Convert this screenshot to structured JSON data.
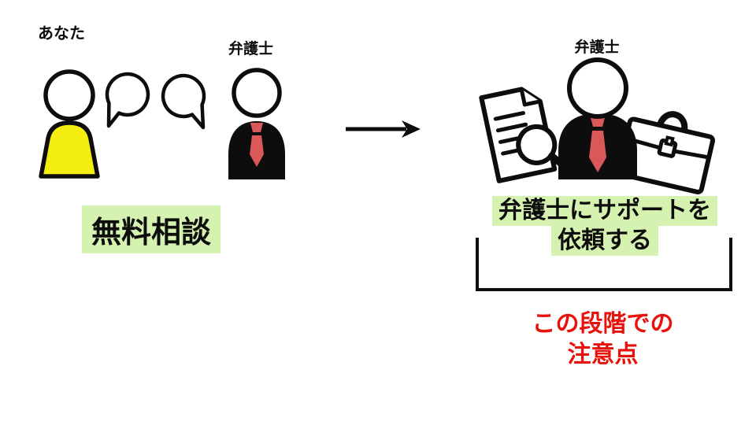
{
  "colors": {
    "highlight_green": "#d6f2b0",
    "person_yellow": "#f3ee10",
    "tie_red": "#db5858",
    "note_red": "#e8120d",
    "ink": "#0d0d0d"
  },
  "left_scene": {
    "you_label": "あなた",
    "lawyer_label": "弁護士",
    "caption": "無料相談"
  },
  "right_scene": {
    "lawyer_label": "弁護士",
    "caption_line1": "弁護士にサポートを",
    "caption_line2": "依頼する",
    "note_line1": "この段階での",
    "note_line2": "注意点"
  },
  "icons": [
    {
      "name": "person-you-icon",
      "meaning": "client figure with yellow body"
    },
    {
      "name": "speech-bubble-left-icon",
      "meaning": "conversation bubble"
    },
    {
      "name": "speech-bubble-right-icon",
      "meaning": "conversation bubble"
    },
    {
      "name": "lawyer-icon",
      "meaning": "lawyer figure in black suit with red tie"
    },
    {
      "name": "arrow-right-icon",
      "meaning": "process flow arrow"
    },
    {
      "name": "document-search-icon",
      "meaning": "document with magnifying glass"
    },
    {
      "name": "briefcase-icon",
      "meaning": "briefcase"
    }
  ]
}
